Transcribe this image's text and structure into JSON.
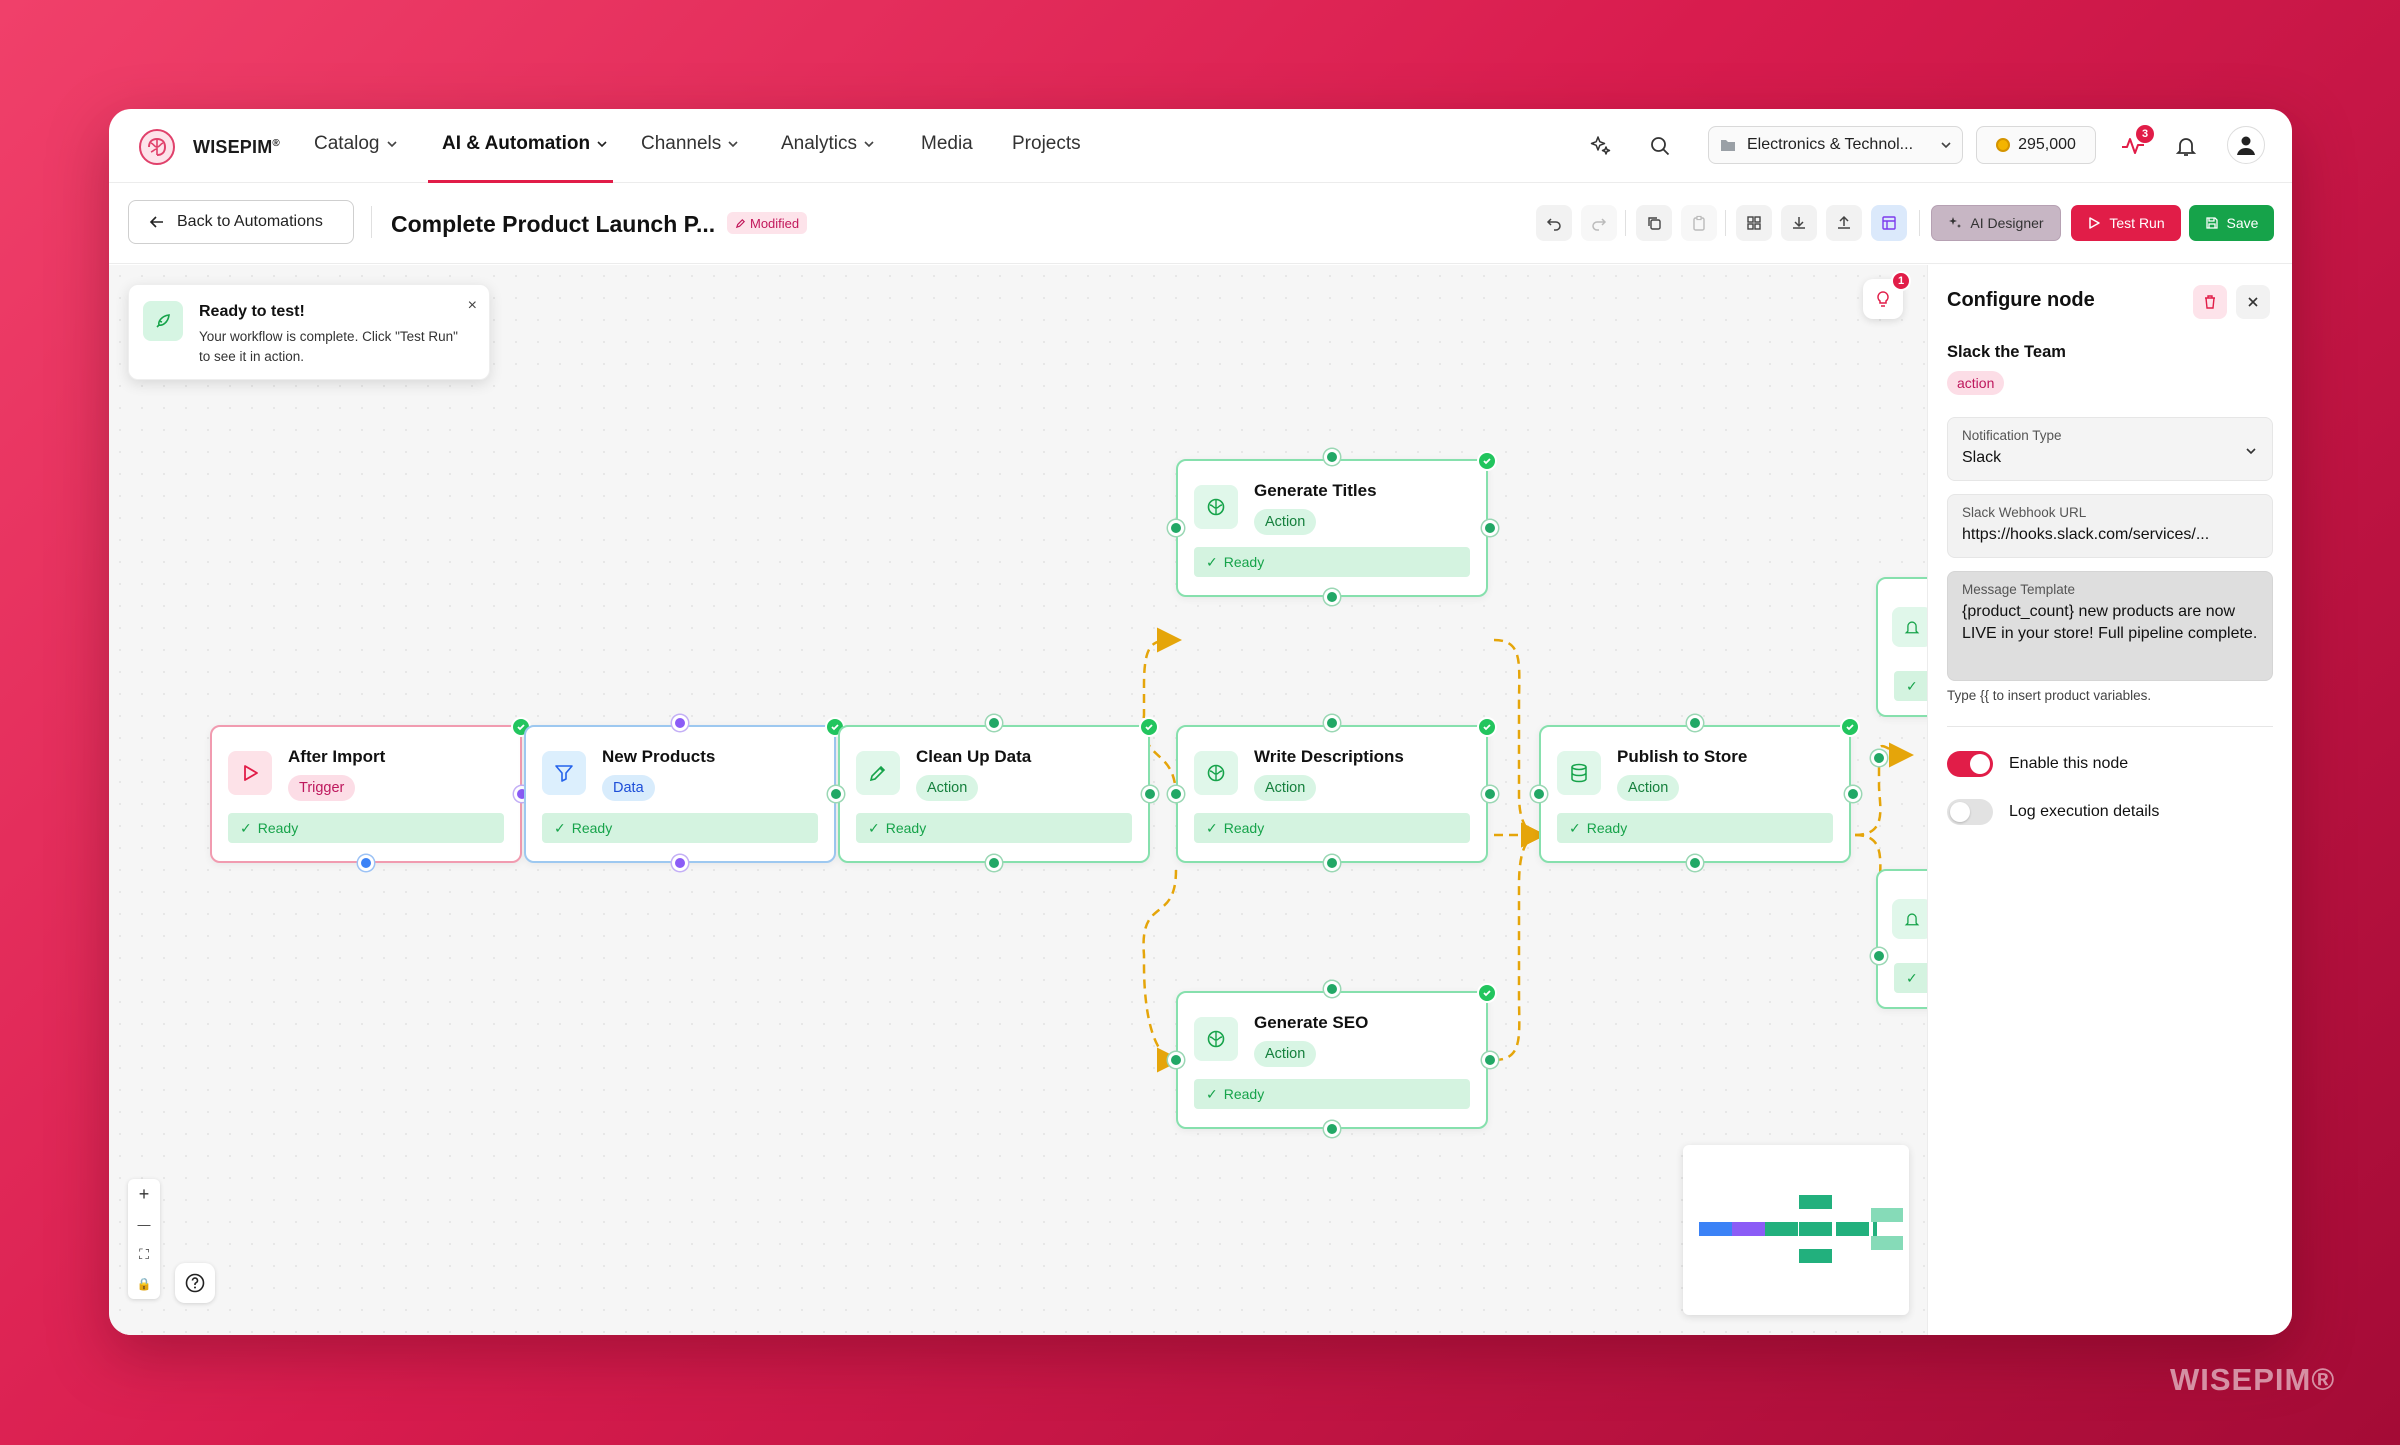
{
  "app": {
    "brand": "WISEPIM",
    "brand_mark": "®",
    "watermark": "WISEPIM®"
  },
  "nav": {
    "items": [
      {
        "label": "Catalog",
        "dropdown": true
      },
      {
        "label": "AI & Automation",
        "dropdown": true,
        "active": true
      },
      {
        "label": "Channels",
        "dropdown": true
      },
      {
        "label": "Analytics",
        "dropdown": true
      },
      {
        "label": "Media",
        "dropdown": false
      },
      {
        "label": "Projects",
        "dropdown": false
      }
    ],
    "workspace": "Electronics & Technol...",
    "credits": "295,000",
    "activity_badge": "3",
    "accent": "#e11d48"
  },
  "toolbar": {
    "back_label": "Back to Automations",
    "title": "Complete Product Launch P...",
    "modified_label": "Modified",
    "ai_designer_label": "AI Designer",
    "test_run_label": "Test Run",
    "save_label": "Save"
  },
  "toast": {
    "title": "Ready to test!",
    "body": "Your workflow is complete. Click \"Test Run\" to see it in action.",
    "close": "×"
  },
  "canvas": {
    "hint_badge": "1",
    "nodes": [
      {
        "title": "After Import",
        "tag": "Trigger",
        "status": "Ready",
        "kind": "trigger"
      },
      {
        "title": "New Products",
        "tag": "Data",
        "status": "Ready",
        "kind": "data"
      },
      {
        "title": "Clean Up Data",
        "tag": "Action",
        "status": "Ready",
        "kind": "action"
      },
      {
        "title": "Generate Titles",
        "tag": "Action",
        "status": "Ready",
        "kind": "action"
      },
      {
        "title": "Write Descriptions",
        "tag": "Action",
        "status": "Ready",
        "kind": "action"
      },
      {
        "title": "Generate SEO",
        "tag": "Action",
        "status": "Ready",
        "kind": "action"
      },
      {
        "title": "Publish to Store",
        "tag": "Action",
        "status": "Ready",
        "kind": "action"
      }
    ],
    "zoom_controls": [
      "+",
      "—",
      "⛶",
      "🔒"
    ],
    "help": "?"
  },
  "panel": {
    "title": "Configure node",
    "node_name": "Slack the Team",
    "node_type": "action",
    "fields": {
      "notification_type_label": "Notification Type",
      "notification_type_value": "Slack",
      "webhook_label": "Slack Webhook URL",
      "webhook_value": "https://hooks.slack.com/services/...",
      "template_label": "Message Template",
      "template_value": "{product_count} new products are now LIVE in your store! Full pipeline complete.",
      "help": "Type {{ to insert product variables."
    },
    "toggles": [
      {
        "label": "Enable this node",
        "on": true
      },
      {
        "label": "Log execution details",
        "on": false
      }
    ]
  }
}
